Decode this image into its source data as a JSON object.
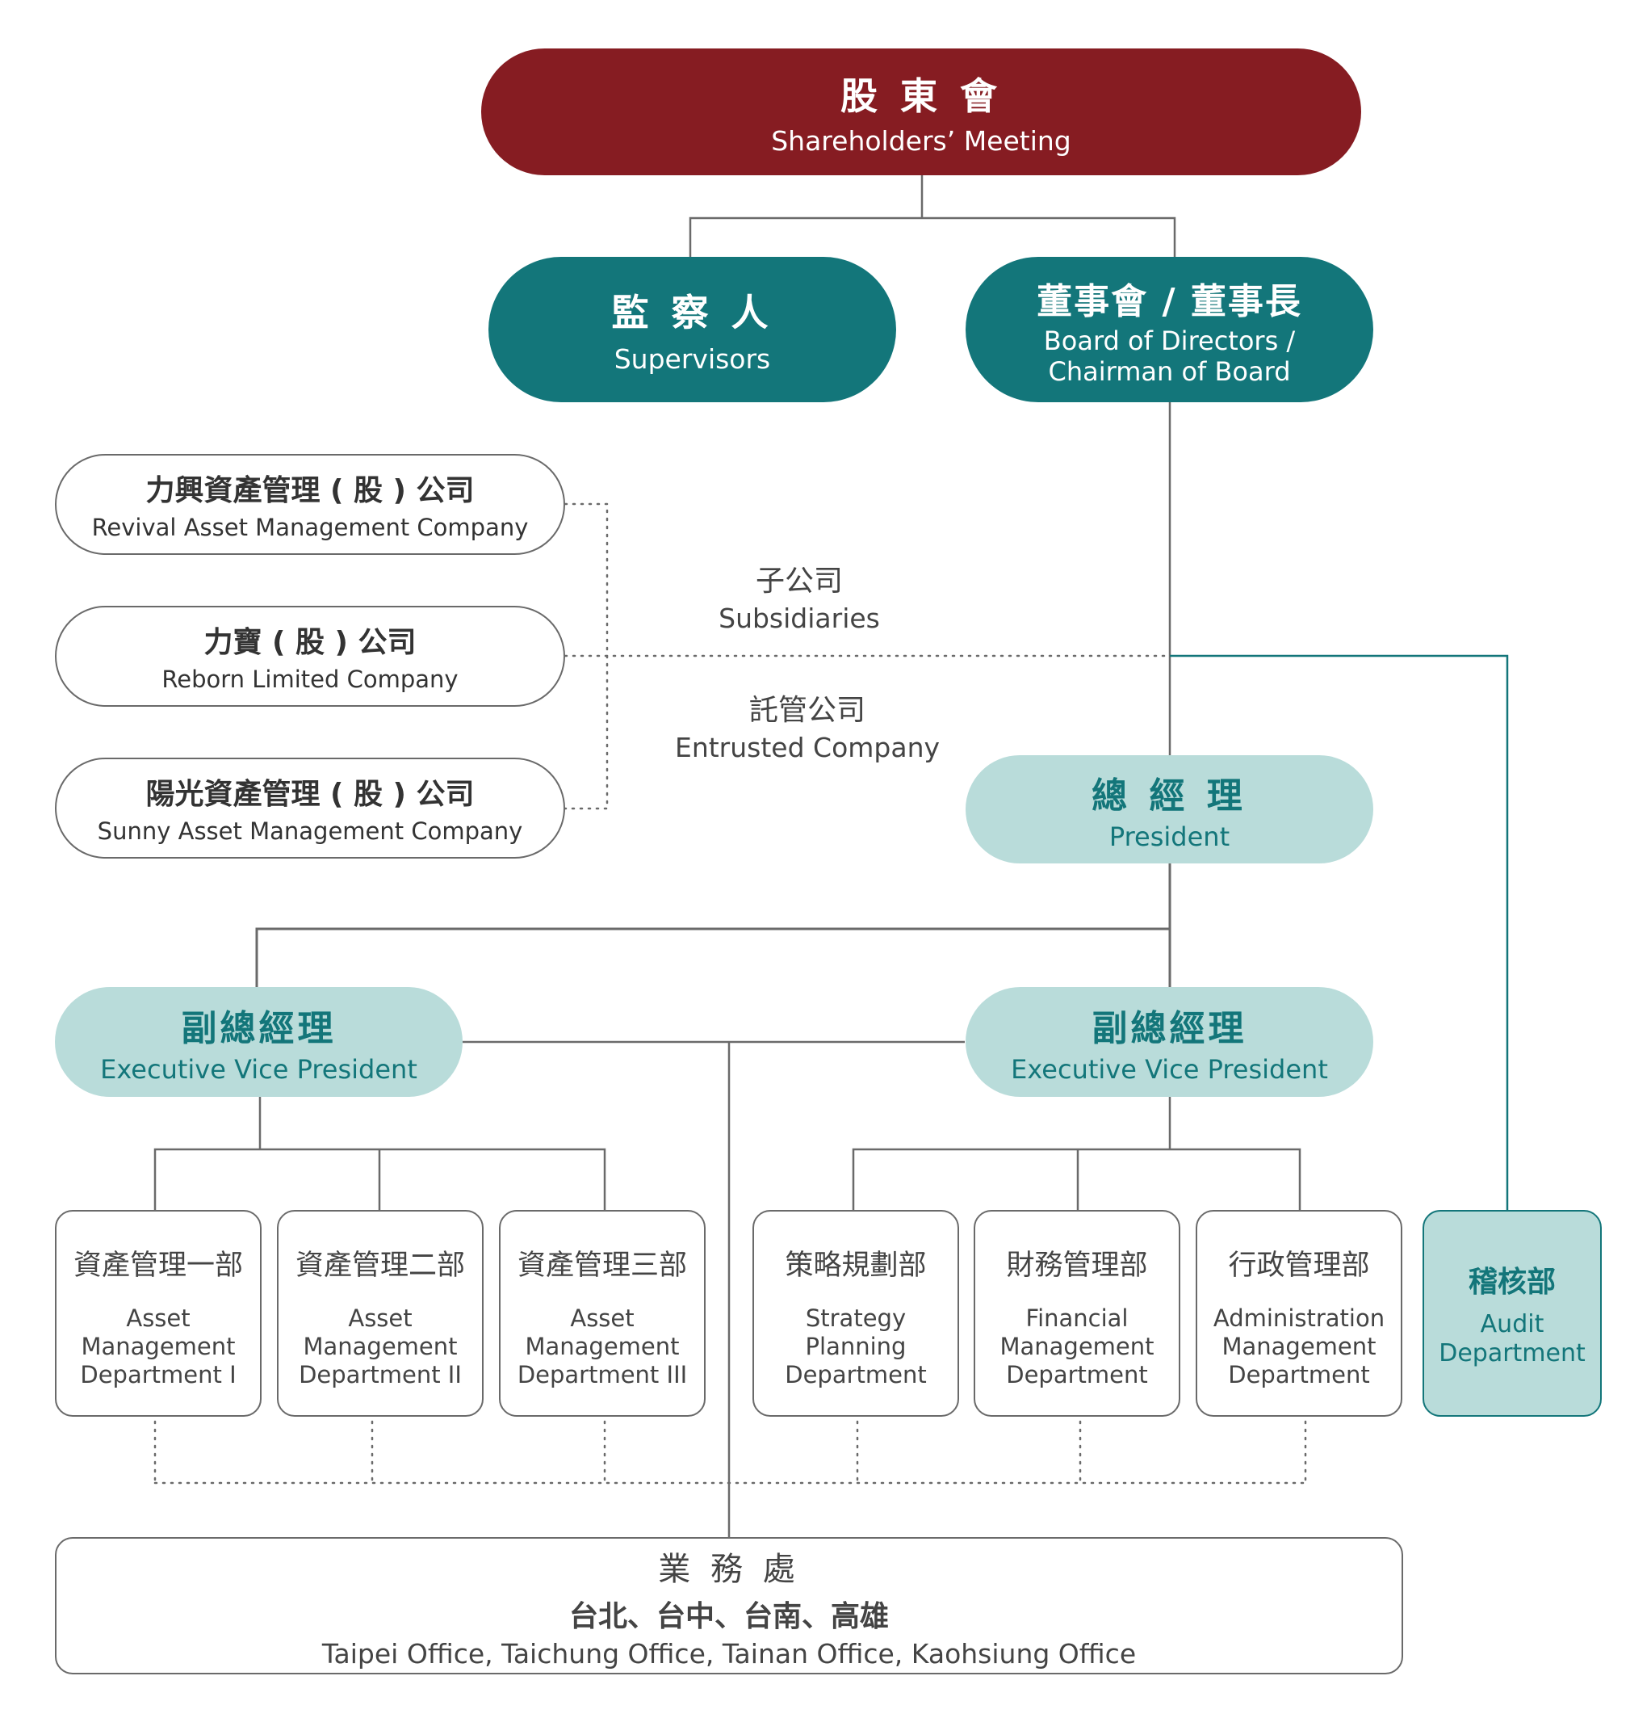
{
  "top": {
    "zh": "股 東 會",
    "en": "Shareholders’ Meeting"
  },
  "supervisors": {
    "zh": "監 察 人",
    "en": "Supervisors"
  },
  "board": {
    "zh": "董事會 / 董事長",
    "en1": "Board of Directors /",
    "en2": "Chairman of Board"
  },
  "companies": [
    {
      "zh": "力興資產管理 ( 股 ) 公司",
      "en": "Revival Asset Management Company"
    },
    {
      "zh": "力寶 ( 股 ) 公司",
      "en": "Reborn Limited Company"
    },
    {
      "zh": "陽光資產管理 ( 股 ) 公司",
      "en": "Sunny Asset Management Company"
    }
  ],
  "subsidiaries": {
    "zh": "子公司",
    "en": "Subsidiaries"
  },
  "entrusted": {
    "zh": "託管公司",
    "en": "Entrusted Company"
  },
  "president": {
    "zh": "總 經 理",
    "en": "President"
  },
  "evp_left": {
    "zh": "副總經理",
    "en": "Executive Vice President"
  },
  "evp_right": {
    "zh": "副總經理",
    "en": "Executive Vice President"
  },
  "departments": [
    {
      "zh": "資產管理一部",
      "en1": "Asset",
      "en2": "Management",
      "en3": "Department I"
    },
    {
      "zh": "資產管理二部",
      "en1": "Asset",
      "en2": "Management",
      "en3": "Department II"
    },
    {
      "zh": "資產管理三部",
      "en1": "Asset",
      "en2": "Management",
      "en3": "Department III"
    },
    {
      "zh": "策略規劃部",
      "en1": "Strategy",
      "en2": "Planning",
      "en3": "Department"
    },
    {
      "zh": "財務管理部",
      "en1": "Financial",
      "en2": "Management",
      "en3": "Department"
    },
    {
      "zh": "行政管理部",
      "en1": "Administration",
      "en2": "Management",
      "en3": "Department"
    }
  ],
  "audit": {
    "zh": "稽核部",
    "en1": "Audit",
    "en2": "Department"
  },
  "office": {
    "zh1": "業 務 處",
    "zh2": "台北、台中、台南、高雄",
    "en": "Taipei Office, Taichung Office, Tainan Office, Kaohsiung Office"
  },
  "colors": {
    "dark_red": "#861c22",
    "teal": "#13767a",
    "light_teal": "#b9dcda",
    "gray_line": "#6a6a6a"
  }
}
